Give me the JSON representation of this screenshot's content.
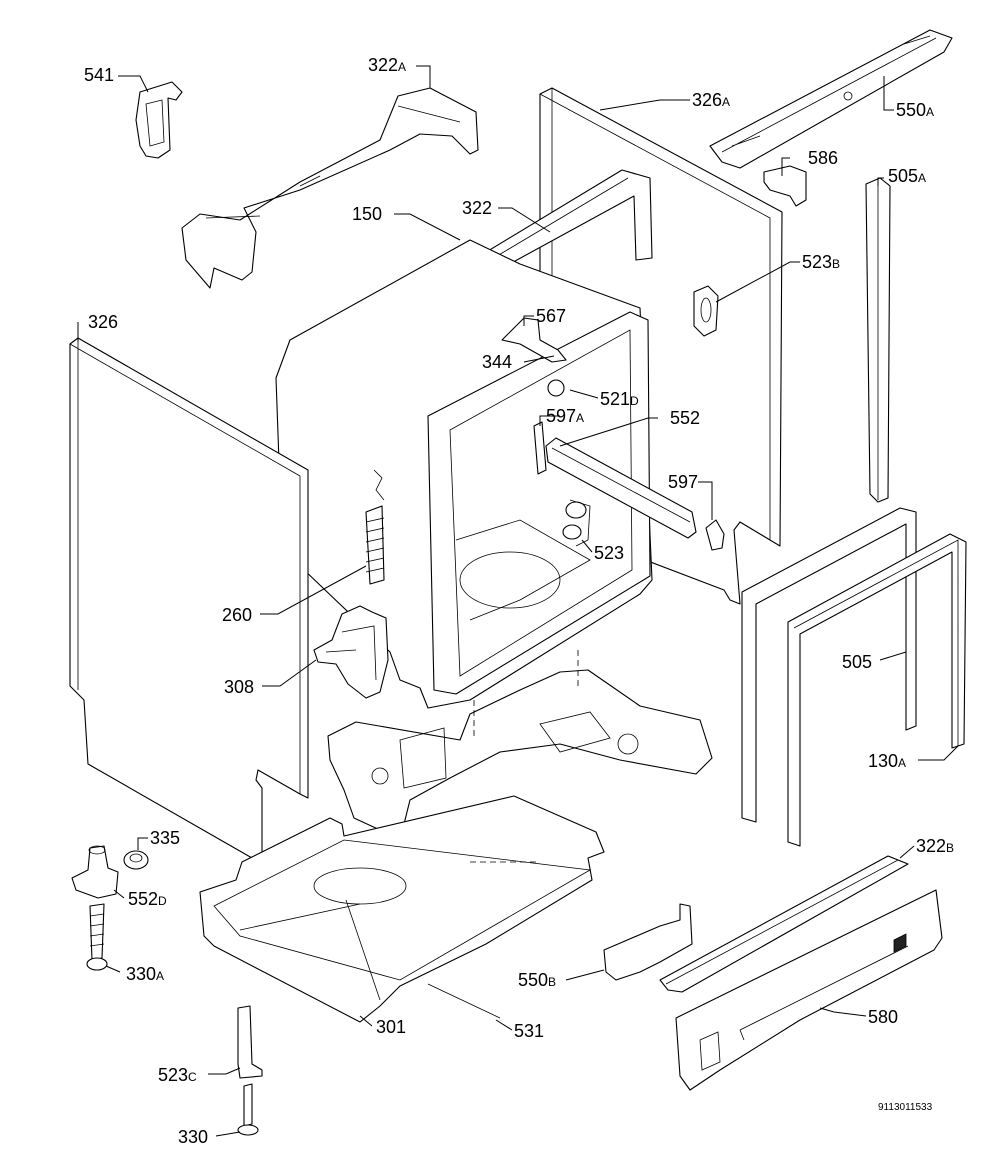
{
  "diagram": {
    "document_number": "9113011533",
    "part_labels": [
      {
        "num": "541",
        "suffix": ""
      },
      {
        "num": "322",
        "suffix": "A"
      },
      {
        "num": "326",
        "suffix": "A"
      },
      {
        "num": "550",
        "suffix": "A"
      },
      {
        "num": "586",
        "suffix": ""
      },
      {
        "num": "505",
        "suffix": "A"
      },
      {
        "num": "150",
        "suffix": ""
      },
      {
        "num": "322",
        "suffix": ""
      },
      {
        "num": "523",
        "suffix": "B"
      },
      {
        "num": "326",
        "suffix": ""
      },
      {
        "num": "567",
        "suffix": ""
      },
      {
        "num": "344",
        "suffix": ""
      },
      {
        "num": "521",
        "suffix": "D"
      },
      {
        "num": "597",
        "suffix": "A"
      },
      {
        "num": "552",
        "suffix": ""
      },
      {
        "num": "597",
        "suffix": ""
      },
      {
        "num": "523",
        "suffix": ""
      },
      {
        "num": "260",
        "suffix": ""
      },
      {
        "num": "505",
        "suffix": ""
      },
      {
        "num": "308",
        "suffix": ""
      },
      {
        "num": "130",
        "suffix": "A"
      },
      {
        "num": "335",
        "suffix": ""
      },
      {
        "num": "322",
        "suffix": "B"
      },
      {
        "num": "552",
        "suffix": "D"
      },
      {
        "num": "330",
        "suffix": "A"
      },
      {
        "num": "550",
        "suffix": "B"
      },
      {
        "num": "580",
        "suffix": ""
      },
      {
        "num": "301",
        "suffix": ""
      },
      {
        "num": "531",
        "suffix": ""
      },
      {
        "num": "523",
        "suffix": "C"
      },
      {
        "num": "330",
        "suffix": ""
      }
    ]
  }
}
